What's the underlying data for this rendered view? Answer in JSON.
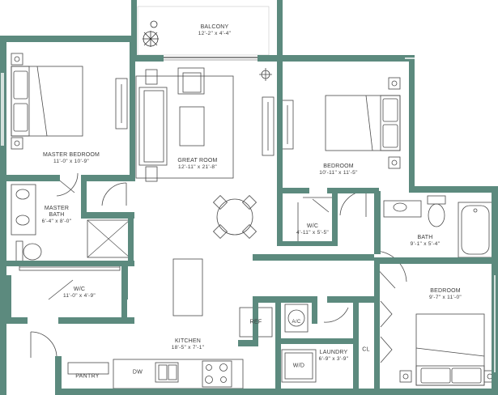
{
  "colors": {
    "wall": "#5c8a7e",
    "line": "#4a4a4a",
    "fixture": "#6b6b6b"
  },
  "rooms": {
    "balcony": {
      "name": "BALCONY",
      "dims": "12'-2\" x 4'-4\""
    },
    "master_bedroom": {
      "name": "MASTER BEDROOM",
      "dims": "11'-0\" x 10'-9\""
    },
    "great_room": {
      "name": "GREAT ROOM",
      "dims": "12'-11\" x 21'-8\""
    },
    "bedroom_1": {
      "name": "BEDROOM",
      "dims": "10'-11\" x 11'-5\""
    },
    "master_bath": {
      "name": "MASTER BATH",
      "dims": "6'-4\" x 8'-0\""
    },
    "wic_1": {
      "name": "W/C",
      "dims": "4'-11\" x 5'-5\""
    },
    "bath": {
      "name": "BATH",
      "dims": "9'-1\" x 5'-4\""
    },
    "wic_2": {
      "name": "W/C",
      "dims": "11'-0\" x 4'-9\""
    },
    "bedroom_2": {
      "name": "BEDROOM",
      "dims": "9'-7\" x 11'-0\""
    },
    "kitchen": {
      "name": "KITCHEN",
      "dims": "18'-5\" x 7'-1\""
    },
    "laundry": {
      "name": "LAUNDRY",
      "dims": "6'-9\" x 3'-9\""
    }
  },
  "fixtures": {
    "ref": "REF",
    "ac": "A/C",
    "wd": "W/D",
    "dw": "DW",
    "cl": "CL",
    "pantry": "PANTRY"
  }
}
